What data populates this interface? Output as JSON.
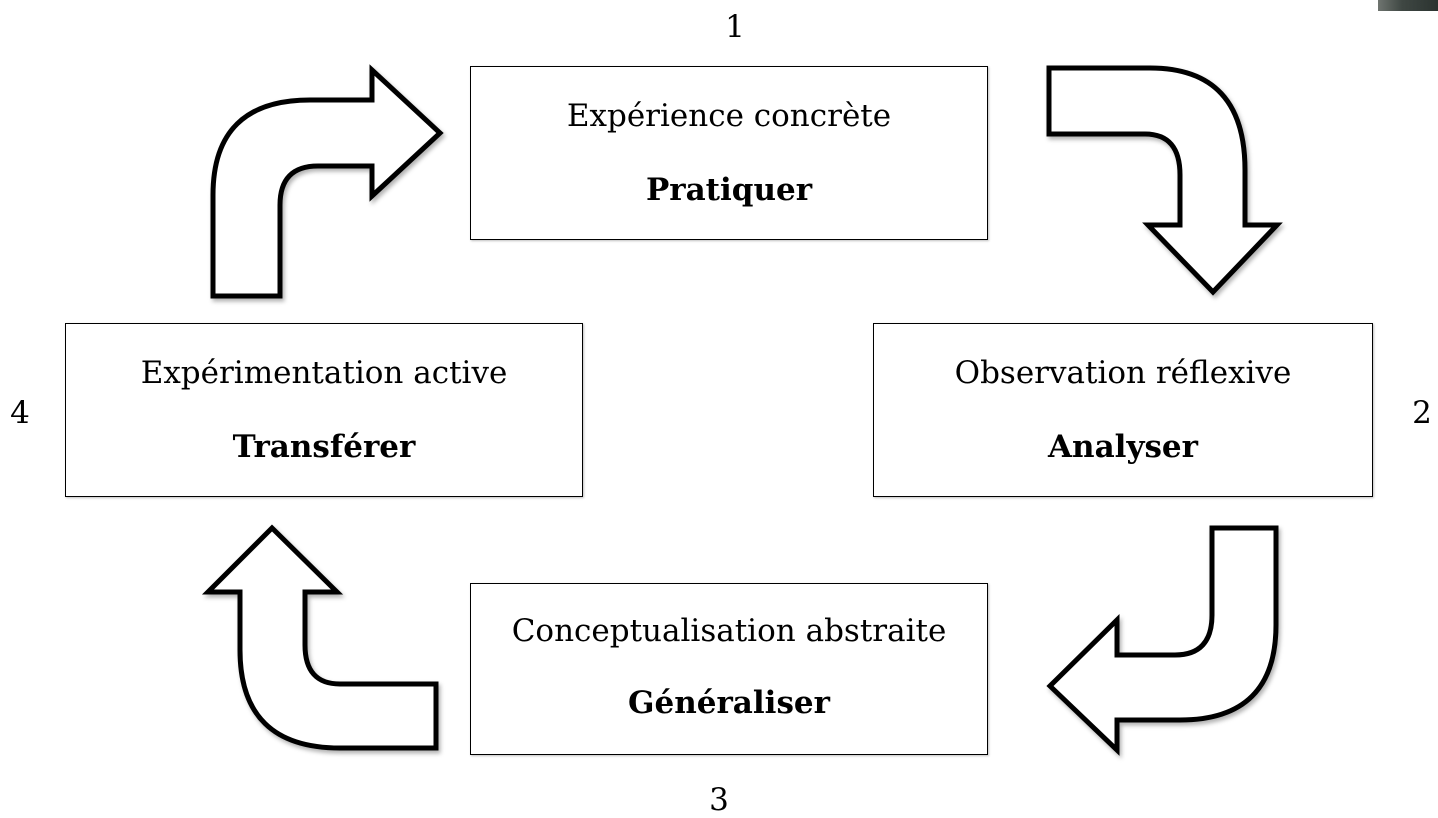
{
  "stages": [
    {
      "number": "1",
      "label": "Expérience concrète",
      "action": "Pratiquer"
    },
    {
      "number": "2",
      "label": "Observation réflexive",
      "action": "Analyser"
    },
    {
      "number": "3",
      "label": "Conceptualisation abstraite",
      "action": "Généraliser"
    },
    {
      "number": "4",
      "label": "Expérimentation active",
      "action": "Transférer"
    }
  ],
  "colors": {
    "stroke": "#000000",
    "fill": "#ffffff"
  }
}
